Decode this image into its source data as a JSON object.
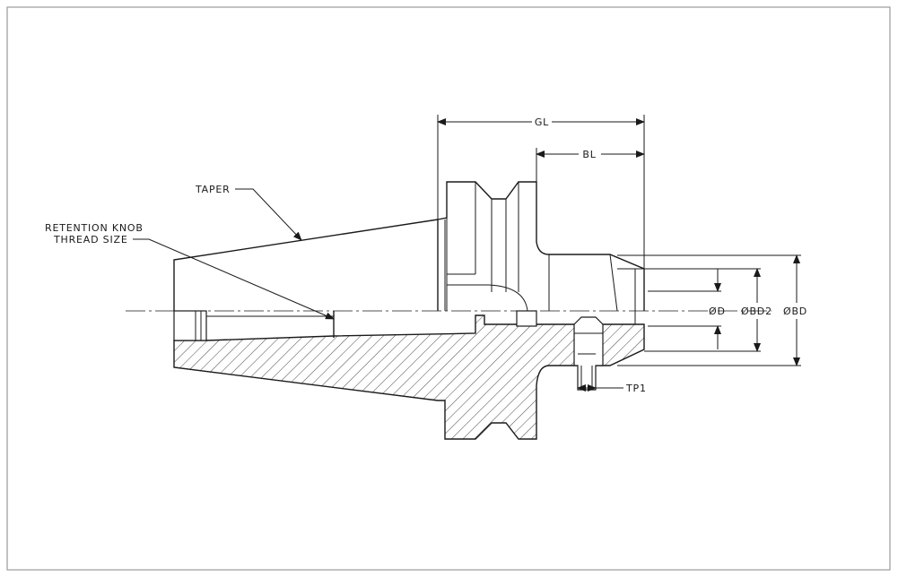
{
  "labels": {
    "gl": "GL",
    "bl": "BL",
    "taper": "TAPER",
    "retention_line1": "RETENTION KNOB",
    "retention_line2": "THREAD SIZE",
    "phi_d": "ØD",
    "phi_bd2": "ØBD2",
    "phi_bd": "ØBD",
    "tp1": "TP1"
  },
  "colors": {
    "line": "#1a1a1a",
    "frame": "#9a9a9a",
    "background": "#ffffff"
  }
}
